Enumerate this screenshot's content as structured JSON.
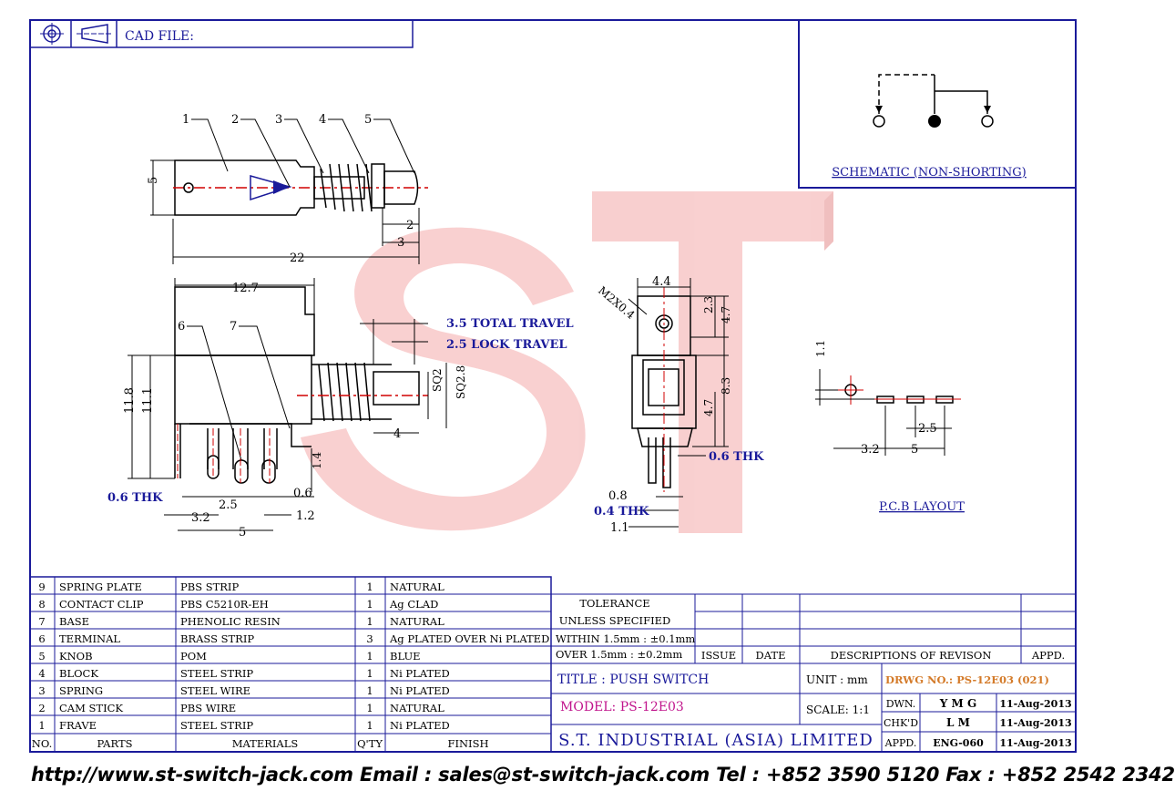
{
  "header": {
    "cad_label": "CAD FILE:"
  },
  "callouts": [
    "1",
    "2",
    "3",
    "4",
    "5",
    "6",
    "7"
  ],
  "dims": {
    "top_height": "5",
    "top_d2": "2",
    "top_d3": "3",
    "top_len": "22",
    "side_width": "12.7",
    "side_h1": "11.8",
    "side_h2": "11.1",
    "total_travel": "3.5  TOTAL  TRAVEL",
    "lock_travel": "2.5  LOCK  TRAVEL",
    "sq1": "SQ2",
    "sq2": "SQ2.8",
    "d4": "4",
    "d14": "1.4",
    "d06b": "0.6",
    "thk": "0.6  THK",
    "p25": "2.5",
    "p32": "3.2",
    "p5": "5",
    "p12": "1.2",
    "end_w": "4.4",
    "thread": "M2X0.4",
    "d23": "2.3",
    "d47a": "4.7",
    "d83": "8.3",
    "d47b": "4.7",
    "end_thk": "0.6  THK",
    "d08": "0.8",
    "thk04": "0.4  THK",
    "d11": "1.1",
    "pcb_11": "1.1",
    "pcb_25": "2.5",
    "pcb_32": "3.2",
    "pcb_5": "5"
  },
  "schematic_label": "SCHEMATIC  (NON-SHORTING)",
  "pcb_label": "P.C.B  LAYOUT",
  "watermark": "ST",
  "bom": {
    "rows": [
      {
        "no": "9",
        "part": "SPRING  PLATE",
        "mat": "PBS  STRIP",
        "qty": "1",
        "finish": "NATURAL"
      },
      {
        "no": "8",
        "part": "CONTACT  CLIP",
        "mat": "PBS  C5210R-EH",
        "qty": "1",
        "finish": "Ag  CLAD"
      },
      {
        "no": "7",
        "part": "BASE",
        "mat": "PHENOLIC  RESIN",
        "qty": "1",
        "finish": "NATURAL"
      },
      {
        "no": "6",
        "part": "TERMINAL",
        "mat": "BRASS  STRIP",
        "qty": "3",
        "finish": "Ag  PLATED  OVER  Ni  PLATED"
      },
      {
        "no": "5",
        "part": "KNOB",
        "mat": "POM",
        "qty": "1",
        "finish": "BLUE"
      },
      {
        "no": "4",
        "part": "BLOCK",
        "mat": "STEEL  STRIP",
        "qty": "1",
        "finish": "Ni  PLATED"
      },
      {
        "no": "3",
        "part": "SPRING",
        "mat": "STEEL  WIRE",
        "qty": "1",
        "finish": "Ni  PLATED"
      },
      {
        "no": "2",
        "part": "CAM  STICK",
        "mat": "PBS  WIRE",
        "qty": "1",
        "finish": "NATURAL"
      },
      {
        "no": "1",
        "part": "FRAVE",
        "mat": "STEEL  STRIP",
        "qty": "1",
        "finish": "Ni  PLATED"
      }
    ],
    "headers": {
      "no": "NO.",
      "part": "PARTS",
      "mat": "MATERIALS",
      "qty": "Q'TY",
      "finish": "FINISH"
    }
  },
  "tolerance": {
    "line1": "TOLERANCE",
    "line2": "UNLESS  SPECIFIED",
    "line3": "WITHIN  1.5mm : ±0.1mm",
    "line4": "OVER    1.5mm : ±0.2mm"
  },
  "revision": {
    "issue": "ISSUE",
    "date": "DATE",
    "desc": "DESCRIPTIONS  OF  REVISON",
    "appd": "APPD."
  },
  "title_block": {
    "title": "TITLE : PUSH  SWITCH",
    "unit": "UNIT :   mm",
    "drwg": "DRWG  NO.:  PS-12E03  (021)",
    "model": "MODEL:  PS-12E03",
    "scale": "SCALE:   1:1",
    "dwn_label": "DWN.",
    "dwn_name": "Y M G",
    "dwn_date": "11-Aug-2013",
    "chk_label": "CHK'D",
    "chk_name": "L M",
    "chk_date": "11-Aug-2013",
    "appd_label": "APPD.",
    "appd_name": "ENG-060",
    "appd_date": "11-Aug-2013",
    "company": "S.T.  INDUSTRIAL  (ASIA)  LIMITED"
  },
  "footer": "http://www.st-switch-jack.com  Email : sales@st-switch-jack.com  Tel : +852 3590 5120  Fax : +852 2542 2342",
  "colors": {
    "frame": "#1a1a9a",
    "watermark": "#f4a9a9",
    "centerline": "#d00000",
    "model_text": "#c0148c"
  }
}
